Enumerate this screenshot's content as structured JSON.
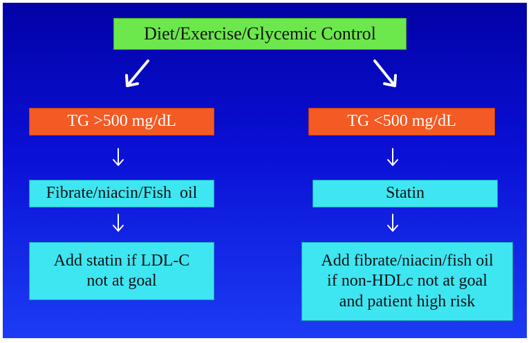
{
  "top": {
    "label": "Diet/Exercise/Glycemic Control"
  },
  "left": {
    "condition": "TG >500 mg/dL",
    "therapy": "Fibrate/niacin/Fish  oil",
    "addon": [
      "Add statin if LDL-C",
      "not at goal"
    ]
  },
  "right": {
    "condition": "TG <500 mg/dL",
    "therapy": "Statin",
    "addon": [
      "Add fibrate/niacin/fish oil",
      "if non-HDLc not at goal",
      "and patient high risk"
    ]
  },
  "colors": {
    "background_top": "#0202a6",
    "background_bottom": "#1c3cf4",
    "top_box": "#6ce84c",
    "condition_box": "#f45a23",
    "therapy_box": "#3ee6f2"
  },
  "icons": {
    "flow_arrow": "arrow-icon"
  }
}
